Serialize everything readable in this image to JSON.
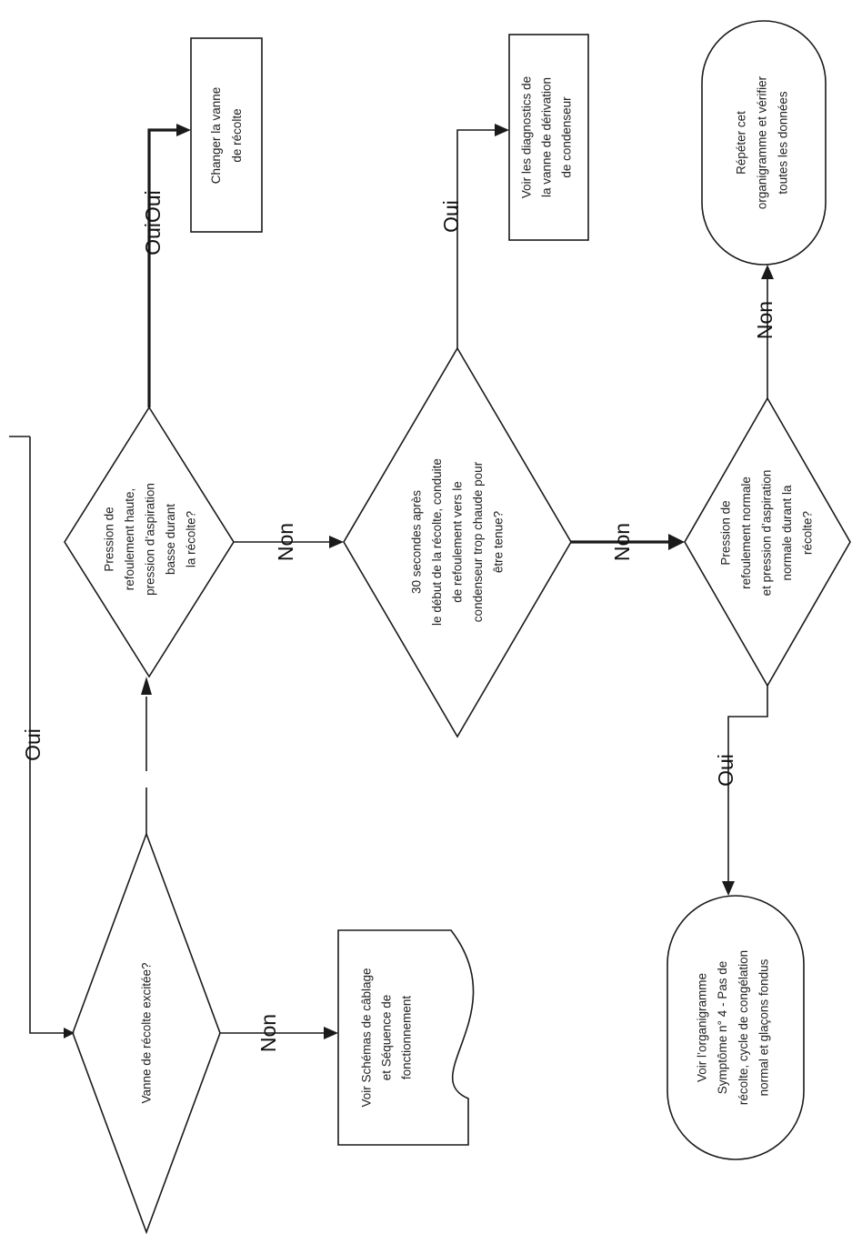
{
  "nodes": {
    "vanne_excitee": [
      "Vanne de récolte excitée?"
    ],
    "voir_schemas": [
      "Voir Schémas de câblage",
      "et Séquence de",
      "fonctionnement"
    ],
    "pression_haute": [
      "Pression de",
      "refoulement haute,",
      "pression d’aspiration",
      "basse durant",
      "la récolte?"
    ],
    "changer_vanne": [
      "Changer la vanne",
      "de récolte"
    ],
    "trente_secondes": [
      "30 secondes après",
      "le début de la récolte, conduite",
      "de refoulement vers le",
      "condenseur trop chaude pour",
      "être tenue?"
    ],
    "voir_diagnostics": [
      "Voir les diagnostics de",
      "la vanne de dérivation",
      "de condenseur"
    ],
    "pression_normale": [
      "Pression de",
      "refoulement normale",
      "et pression d’aspiration",
      "normale durant la",
      "récolte?"
    ],
    "repeter": [
      "Répéter cet",
      "organigramme et vérifier",
      "toutes les données"
    ],
    "voir_organigramme": [
      "Voir l’organigramme",
      "Symptôme n° 4 - Pas de",
      "récolte, cycle de congélation",
      "normal et glaçons fondus"
    ]
  },
  "edges": {
    "oui_top": "Oui",
    "non_schemas": "Non",
    "non_trente": "Non",
    "ouioui_changer": "OuiOui",
    "oui_diagnostics": "Oui",
    "non_normale": "Non",
    "non_repeter": "Non",
    "oui_organigramme": "Oui"
  }
}
